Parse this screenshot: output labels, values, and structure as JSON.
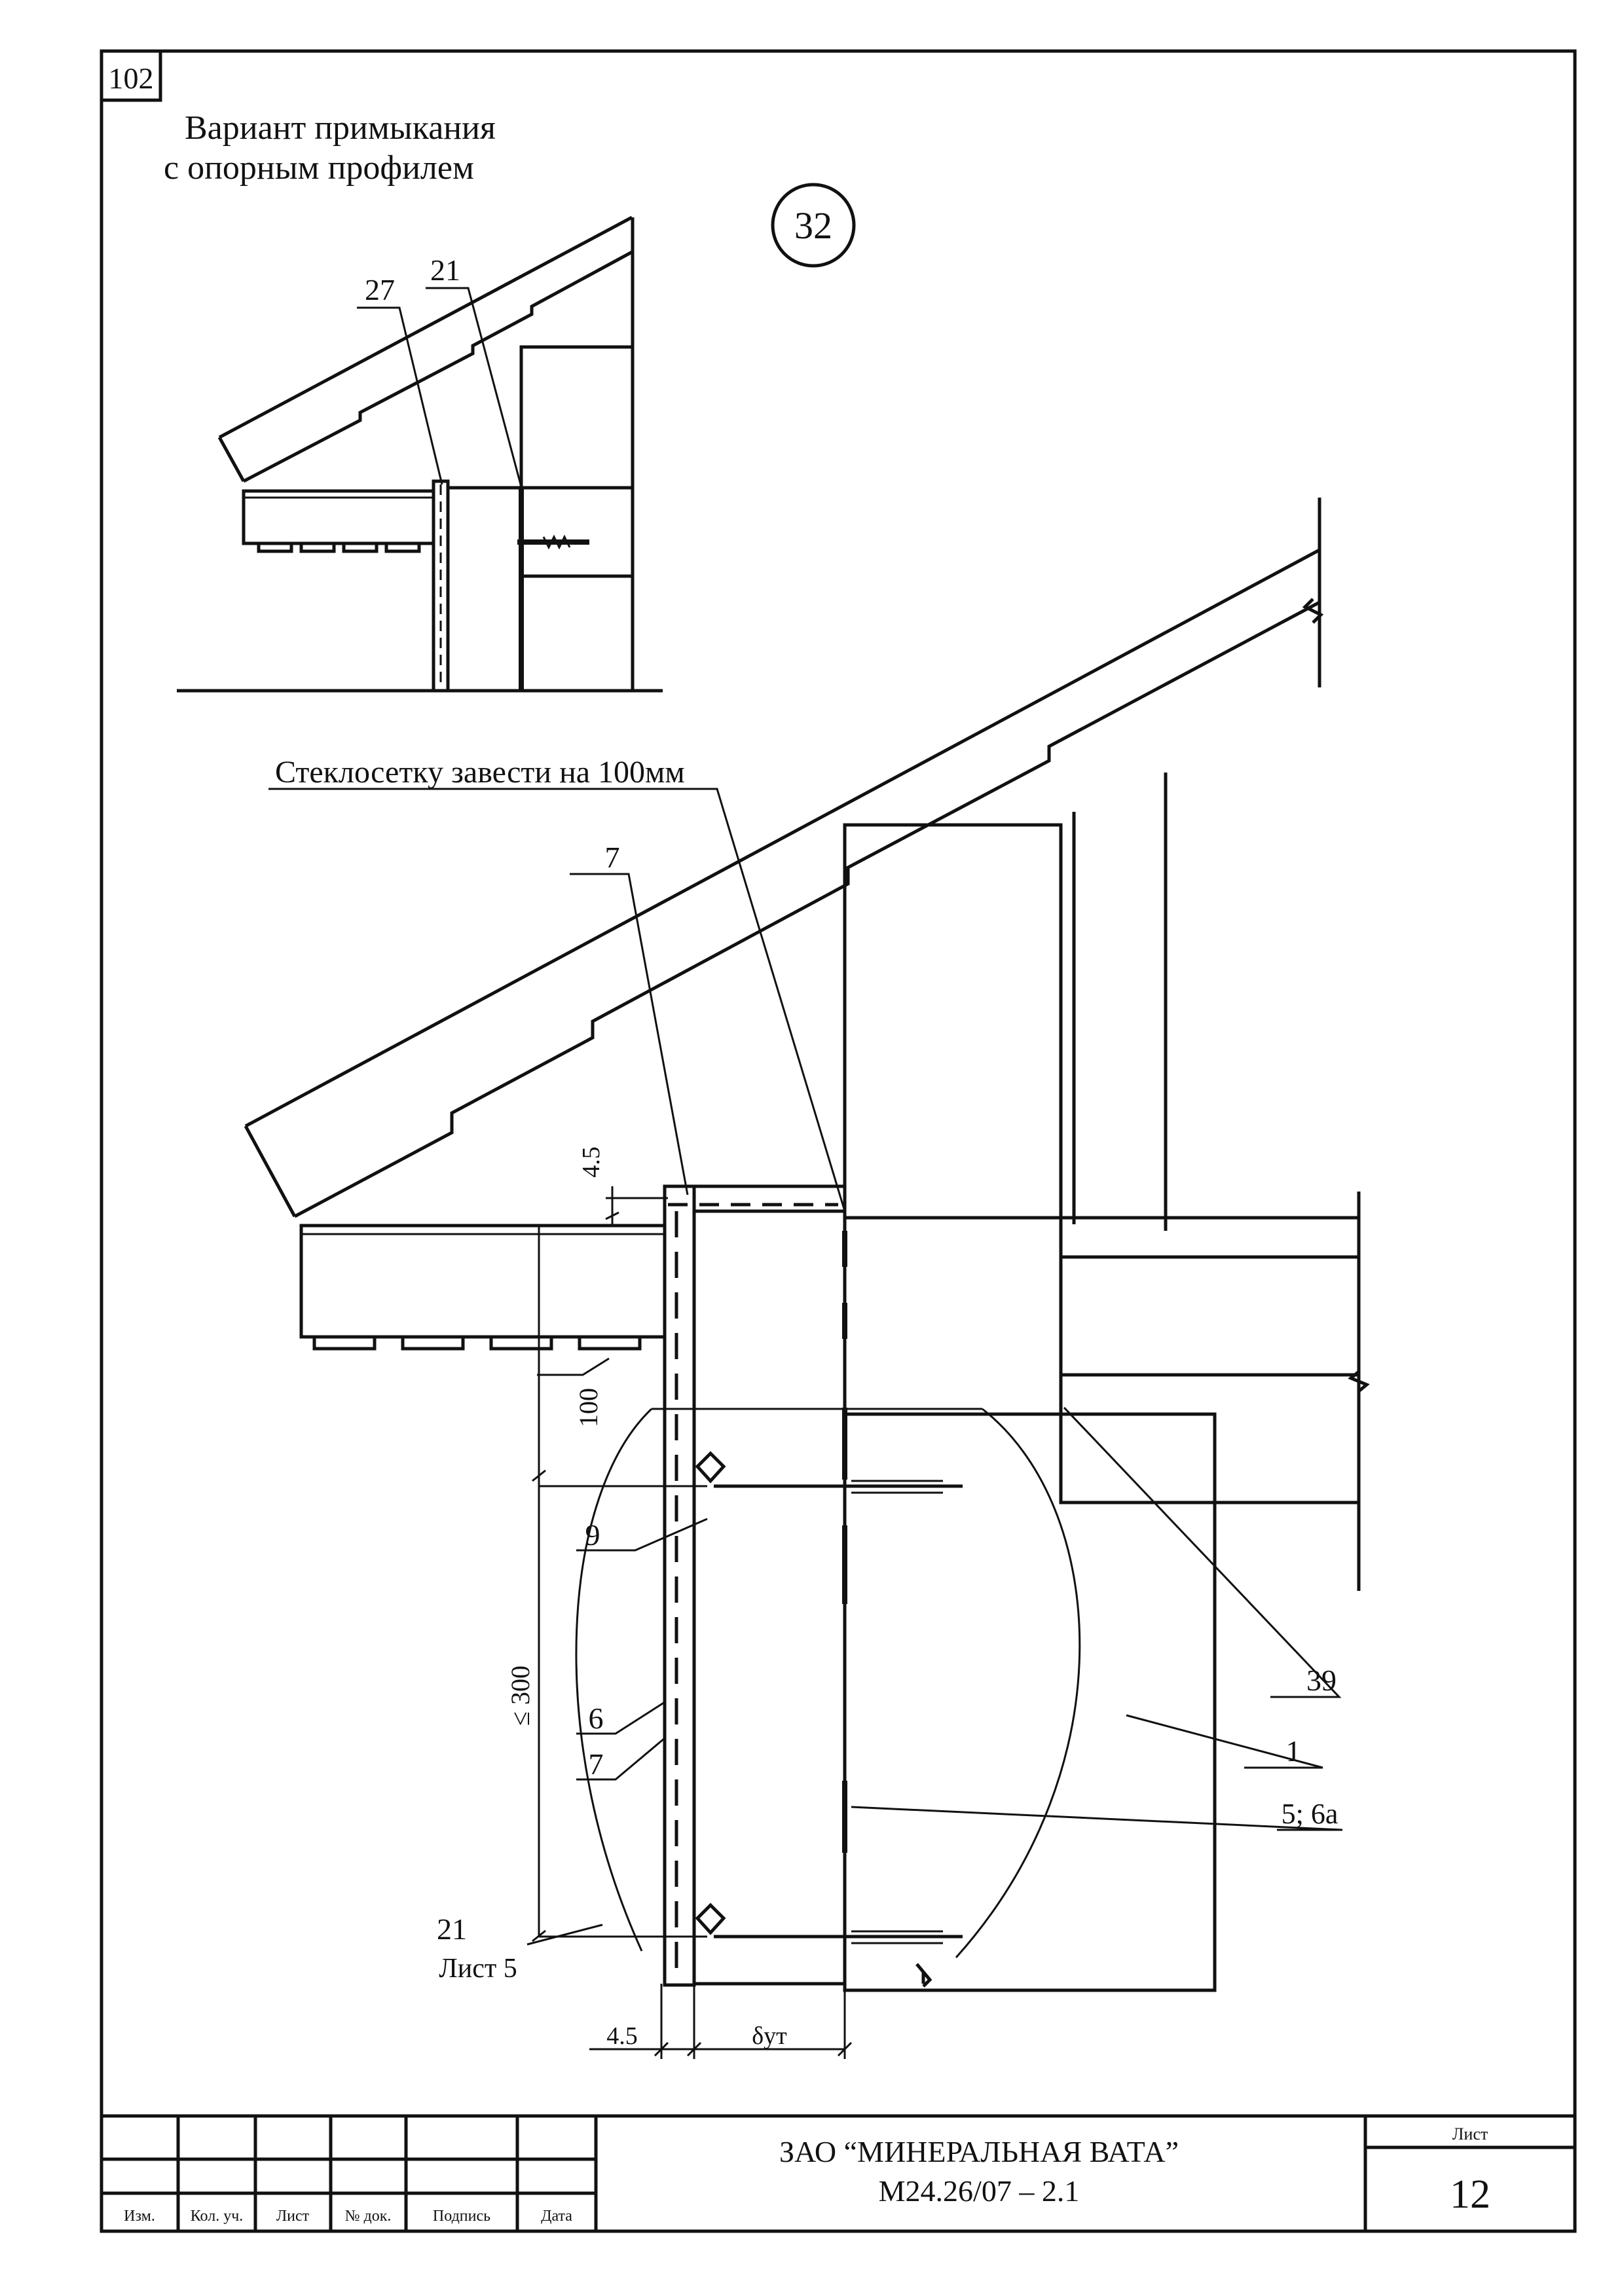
{
  "sheet_code": "102",
  "variant_title": {
    "line1": "Вариант примыкания",
    "line2": "с опорным профилем"
  },
  "detail_number": "32",
  "inset_callouts": {
    "a": "27",
    "b": "21"
  },
  "main_note": "Стеклосетку завести на 100мм",
  "callouts": {
    "c7_top": "7",
    "c9": "9",
    "c6": "6",
    "c7_bottom": "7",
    "c21": "21",
    "c21_ref": "Лист 5",
    "c39": "39",
    "c1": "1",
    "c5_6a": "5; 6а"
  },
  "dimensions": {
    "gap_top": "4.5",
    "overlap": "100",
    "anchor_spacing": "≤ 300",
    "gap_bottom": "4.5",
    "insulation_thickness": "δут"
  },
  "title_block": {
    "col_headers": [
      "Изм.",
      "Кол. уч.",
      "Лист",
      "№ док.",
      "Подпись",
      "Дата"
    ],
    "company": "ЗАО “МИНЕРАЛЬНАЯ ВАТА”",
    "document_code": "М24.26/07 – 2.1",
    "sheet_label": "Лист",
    "sheet_number": "12"
  },
  "colors": {
    "ink": "#111111",
    "paper": "#ffffff"
  }
}
